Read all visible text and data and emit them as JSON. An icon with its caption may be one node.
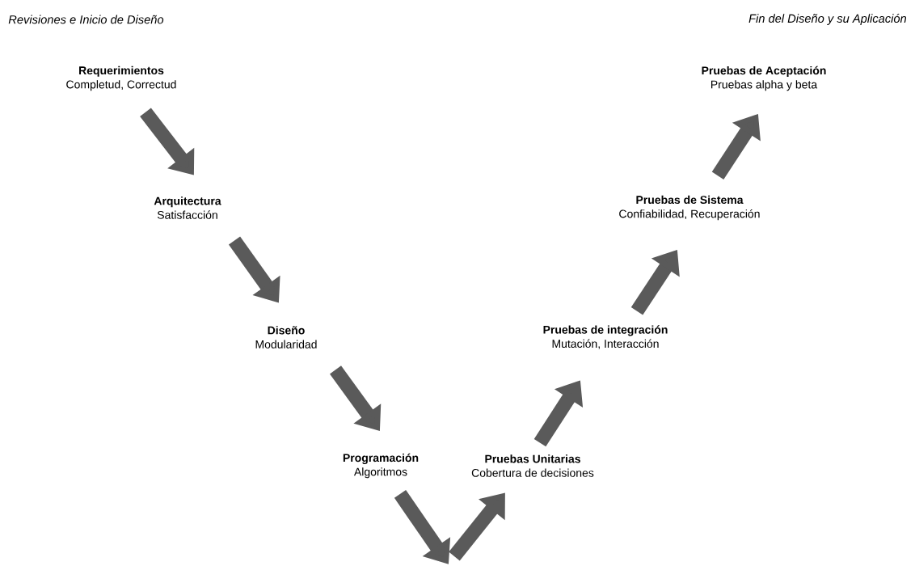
{
  "diagram": {
    "nodes": [
      {
        "text": [
          "Requerimientos",
          "Completud, Correctud"
        ]
      },
      {
        "text": [
          "Arquitectura",
          "Satisfacción"
        ]
      },
      {
        "text": [
          "Diseño",
          "Modularidad"
        ]
      },
      {
        "text": [
          "Programación",
          "Algoritmos"
        ]
      },
      {
        "text": [
          "Pruebas Unitarias",
          "Cobertura de decisiones"
        ]
      },
      {
        "text": [
          "Pruebas de integración",
          "Mutación, Interacción"
        ]
      },
      {
        "text": [
          "Pruebas de Sistema",
          "Confiabilidad, Recuperación"
        ]
      },
      {
        "text": [
          "Pruebas de Aceptación",
          "Pruebas alpha y beta"
        ]
      }
    ],
    "edges": [
      {
        "from": 0,
        "to": 1,
        "arrow": "to"
      },
      {
        "from": 1,
        "to": 2,
        "arrow": "to"
      },
      {
        "from": 2,
        "to": 3,
        "arrow": "to"
      },
      {
        "from": 3,
        "to": null,
        "arrow": "to"
      },
      {
        "from": null,
        "to": 4,
        "arrow": "to"
      },
      {
        "from": 4,
        "to": 5,
        "arrow": "to"
      },
      {
        "from": 5,
        "to": 6,
        "arrow": "to"
      },
      {
        "from": 6,
        "to": 7,
        "arrow": "to"
      }
    ],
    "labels": [
      "Revisiones e Inicio de Diseño",
      "Fin del Diseño y su Aplicación"
    ]
  }
}
